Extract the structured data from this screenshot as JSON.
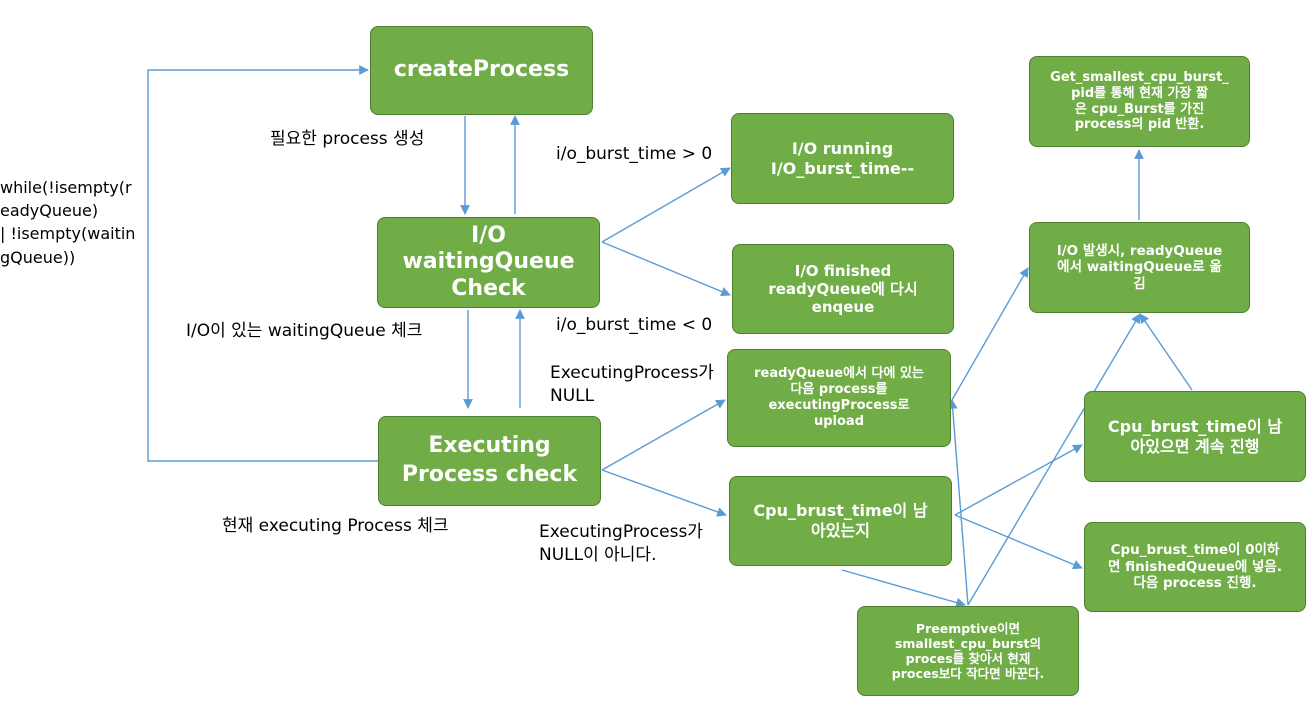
{
  "colors": {
    "box_fill": "#70ad47",
    "box_border": "#507e32",
    "box_text": "#ffffff",
    "arrow": "#5b9bd5",
    "label_text": "#000000"
  },
  "boxes": {
    "create_process": "createProcess",
    "io_check": [
      "I/O",
      "waitingQueue",
      "Check"
    ],
    "executing_check": [
      "Executing",
      "Process check"
    ],
    "io_running": [
      "I/O running",
      "I/O_burst_time--"
    ],
    "io_finished": [
      "I/O finished",
      "readyQueue에 다시",
      "enqeue"
    ],
    "upload_next": [
      "readyQueue에서 다에 있는",
      "다음 process를",
      "executingProcess로",
      "upload"
    ],
    "cpu_remaining": [
      "Cpu_brust_time이 남",
      "아있는지"
    ],
    "get_smallest": [
      "Get_smallest_cpu_burst_",
      "pid를 통해 현재 가장 짧",
      "은 cpu_Burst를 가진",
      "process의 pid 반환."
    ],
    "io_move": [
      "I/O 발생시, readyQueue",
      "에서 waitingQueue로 옮",
      "김"
    ],
    "cpu_continue": [
      "Cpu_brust_time이 남",
      "아있으면 계속 진행"
    ],
    "cpu_finished": [
      "Cpu_brust_time이 0이하",
      "면 finishedQueue에 넣음.",
      "다음 process 진행."
    ],
    "preemptive": [
      "Preemptive이면",
      "smallest_cpu_burst의",
      "proces를 찾아서 현재",
      "proces보다 작다면 바꾼다."
    ]
  },
  "labels": {
    "loop": [
      "while(!isempty(r",
      "eadyQueue)",
      "| !isempty(waitin",
      "gQueue))"
    ],
    "create_needed": "필요한 process 생성",
    "io_gt_zero": "i/o_burst_time > 0",
    "io_lt_zero": "i/o_burst_time < 0",
    "check_waiting": "I/O이 있는 waitingQueue 체크",
    "exec_null": [
      "ExecutingProcess가",
      "NULL"
    ],
    "exec_not_null": [
      "ExecutingProcess가",
      "NULL이 아니다."
    ],
    "check_current": "현재 executing Process 체크"
  }
}
